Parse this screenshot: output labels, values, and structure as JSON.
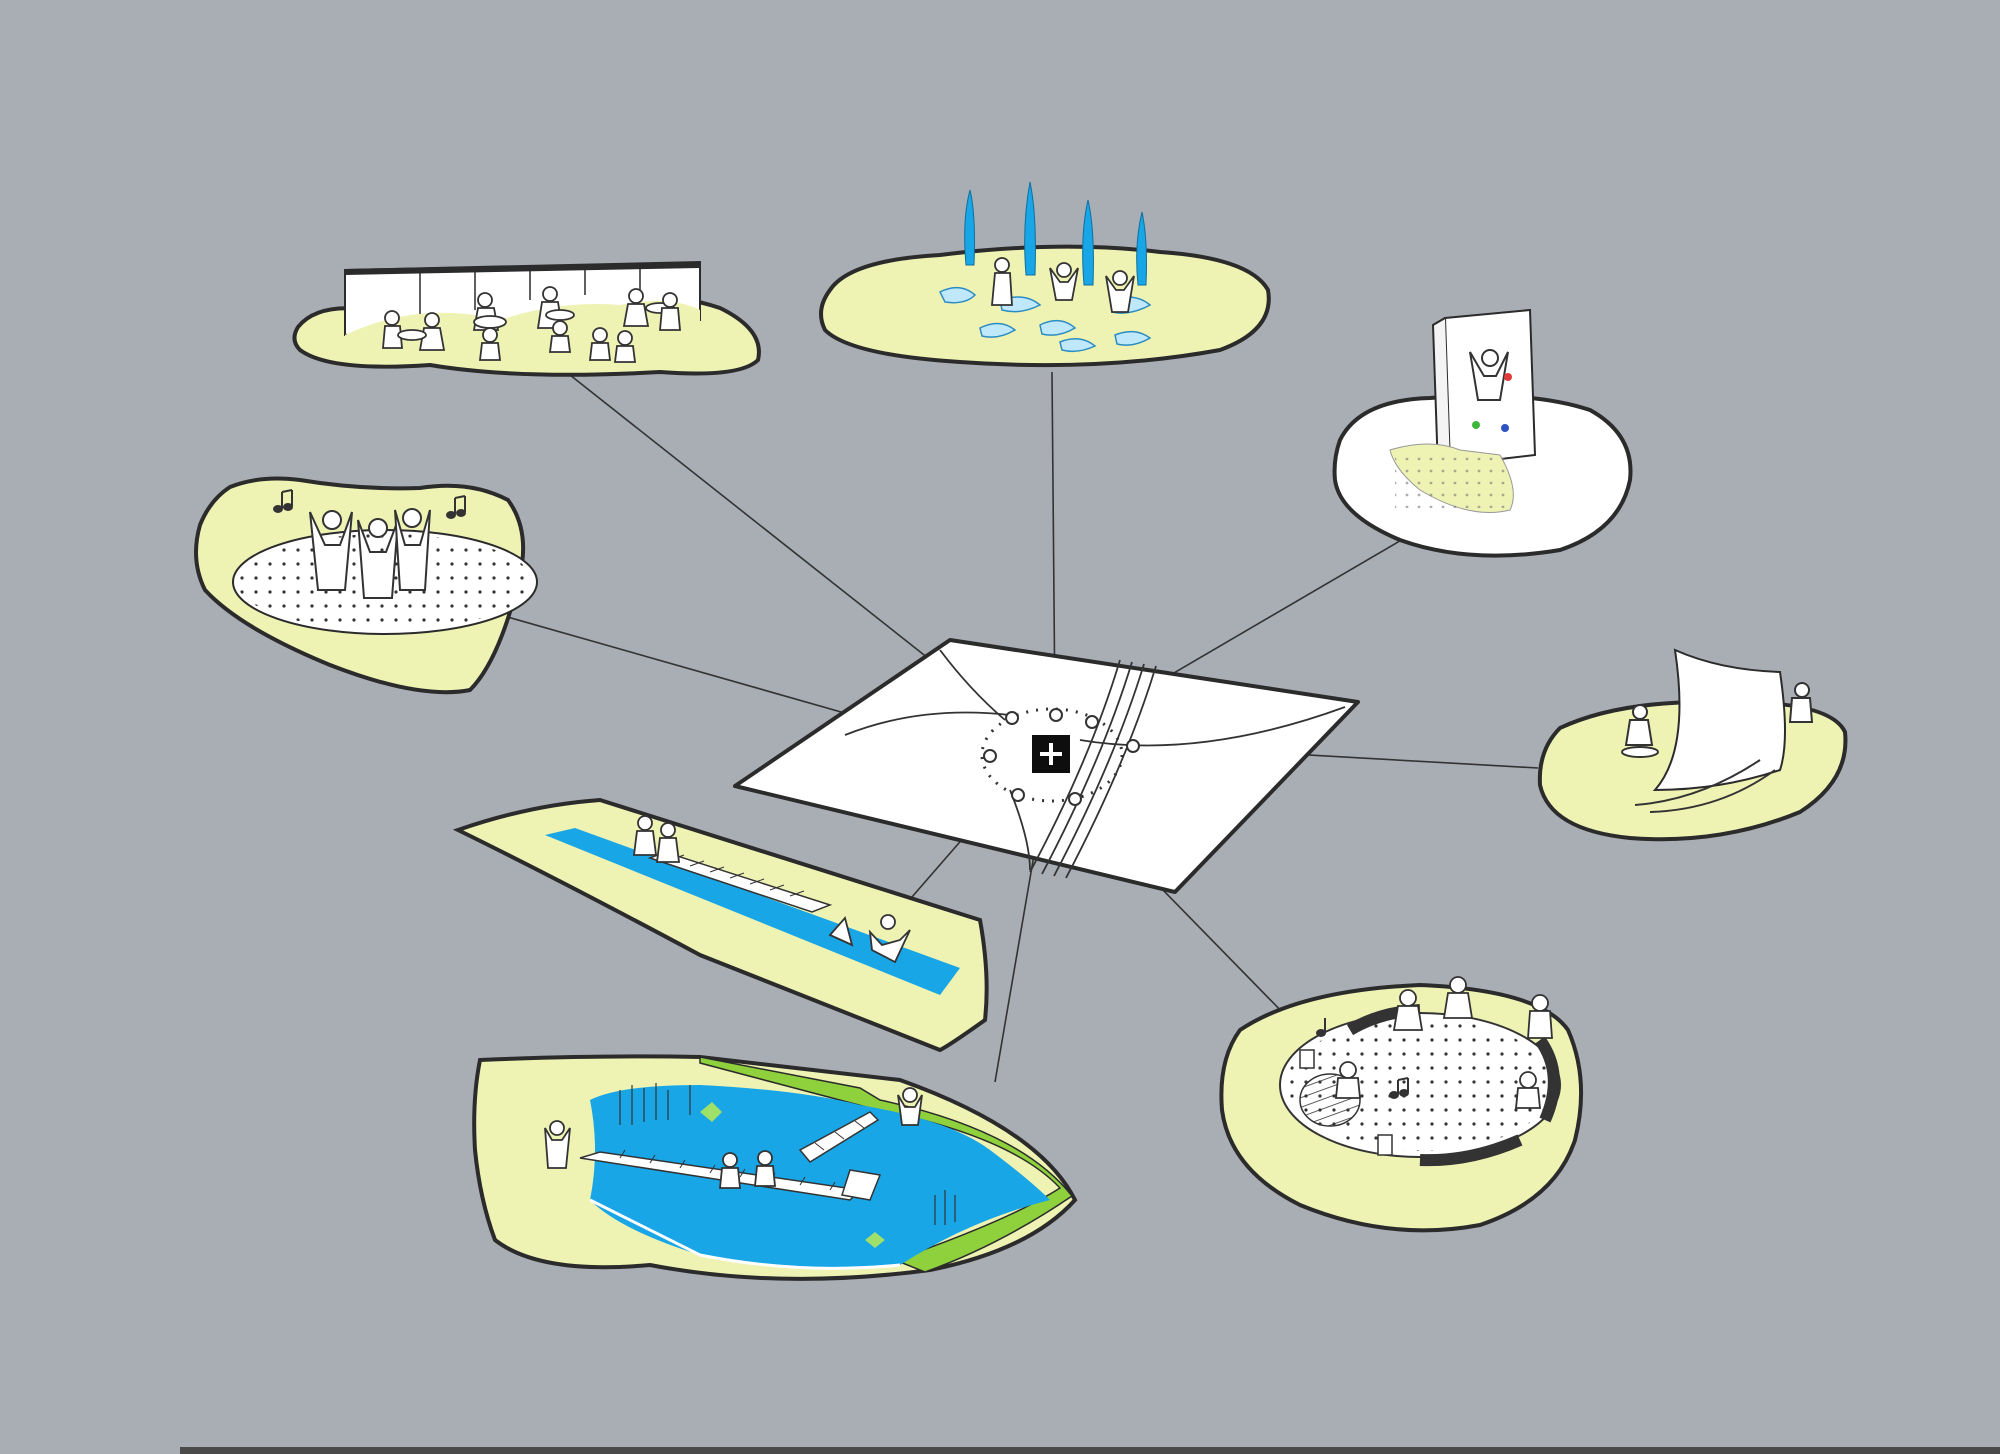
{
  "diagram": {
    "hub": {
      "icon": "plus-icon"
    },
    "nodes": [
      {
        "id": "cafe-seating",
        "icon": "people-at-tables-icon"
      },
      {
        "id": "water-jets",
        "icon": "fountain-jets-icon"
      },
      {
        "id": "climbing-wall",
        "icon": "climbing-wall-icon"
      },
      {
        "id": "performance-stage",
        "icon": "dancers-music-icon"
      },
      {
        "id": "skate-ramp",
        "icon": "skate-ramp-icon"
      },
      {
        "id": "canal-boardwalk",
        "icon": "canal-boardwalk-icon"
      },
      {
        "id": "wetland-pond",
        "icon": "pond-boardwalk-icon"
      },
      {
        "id": "circular-seating",
        "icon": "round-bench-music-icon"
      }
    ]
  },
  "colors": {
    "background": "#a9adb4",
    "island": "#eef2b3",
    "water": "#18a6e6",
    "grass": "#8fd13d",
    "ink": "#2b2b2b",
    "paper": "#ffffff"
  }
}
